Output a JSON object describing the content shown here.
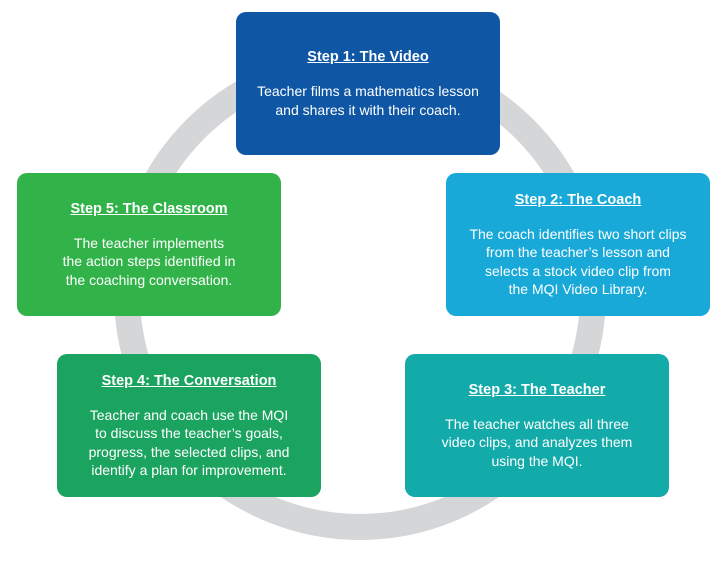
{
  "colors": {
    "ring": "#d5d6d8",
    "step1": "#0f57a4",
    "step2": "#19a9d9",
    "step3": "#13aaaa",
    "step4": "#1ba45f",
    "step5": "#32b34a"
  },
  "steps": [
    {
      "title": "Step 1: The Video",
      "description": "Teacher films a mathematics lesson\nand shares it with their coach."
    },
    {
      "title": "Step 2: The Coach",
      "description": "The coach identifies two short clips\nfrom the teacher’s lesson and\nselects a stock video clip from\nthe MQI Video Library."
    },
    {
      "title": "Step 3: The Teacher",
      "description": "The teacher watches all three\nvideo clips, and analyzes them\nusing the MQI."
    },
    {
      "title": "Step 4: The Conversation",
      "description": "Teacher and coach use the MQI\nto discuss the teacher’s goals,\nprogress, the selected clips, and\nidentify a plan for improvement."
    },
    {
      "title": "Step 5: The Classroom",
      "description": "The teacher implements\nthe action steps identified in\nthe coaching conversation."
    }
  ]
}
